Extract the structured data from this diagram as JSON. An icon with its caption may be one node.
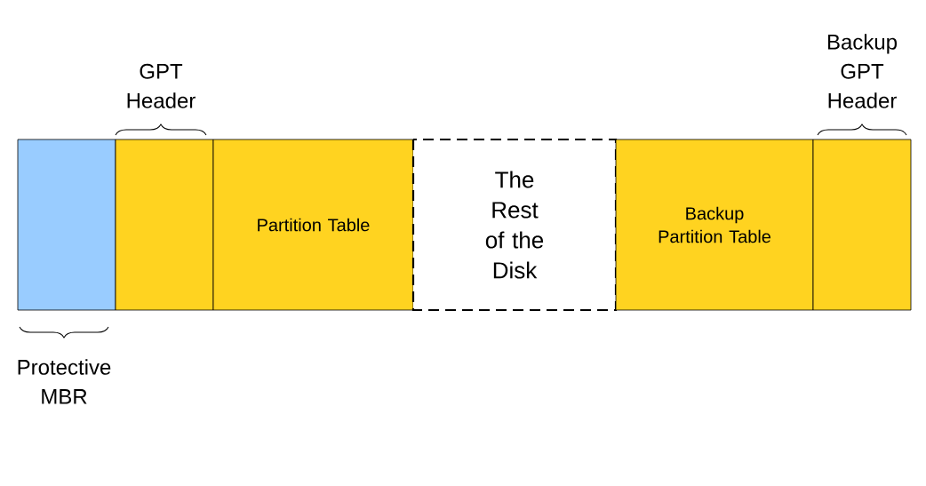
{
  "diagram": {
    "nodes": [
      {
        "text": [],
        "shape": "box",
        "beside": [
          "Protective MBR"
        ]
      },
      {
        "text": [],
        "shape": "box",
        "beside": [
          "GPT Header"
        ]
      },
      {
        "text": [
          "Partition Table"
        ]
      },
      {
        "text": [
          "The Rest of the Disk"
        ]
      },
      {
        "text": [
          "Backup Partition Table"
        ]
      },
      {
        "text": [],
        "shape": "box",
        "beside": [
          "Backup GPT Header"
        ]
      }
    ]
  }
}
